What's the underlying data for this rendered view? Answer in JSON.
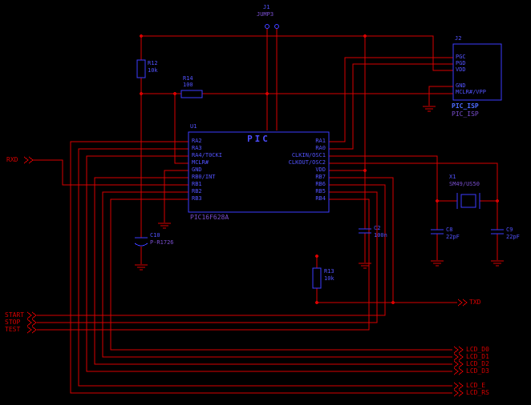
{
  "colors": {
    "wire_red": "#d80000",
    "component_blue": "#3d3dff",
    "refdes_blue": "#5353ff",
    "secondary_purple": "#7a4fd0",
    "background": "#000000"
  },
  "components": {
    "u1": {
      "ref": "U1",
      "title": "PIC",
      "part": "PIC16F628A",
      "left_pins": [
        "RA2",
        "RA3",
        "RA4/T0CKI",
        "MCLR#",
        "GND",
        "RB0/INT",
        "RB1",
        "RB2",
        "RB3"
      ],
      "right_pins": [
        "RA1",
        "RA0",
        "CLKIN/OSC1",
        "CLKOUT/OSC2",
        "VDD",
        "RB7",
        "RB6",
        "RB5",
        "RB4"
      ]
    },
    "j1": {
      "ref": "J1",
      "value": "JUMP3"
    },
    "j2": {
      "ref": "J2",
      "name": "PIC_ISP",
      "name2": "PIC_ISP",
      "pins": [
        "PGC",
        "PGD",
        "VDD",
        "GND",
        "MCLR#/VPP"
      ]
    },
    "r12": {
      "ref": "R12",
      "value": "10k"
    },
    "r14": {
      "ref": "R14",
      "value": "100"
    },
    "r13": {
      "ref": "R13",
      "value": "10k"
    },
    "c2": {
      "ref": "C2",
      "value": "100n"
    },
    "c8": {
      "ref": "C8",
      "value": "22pF"
    },
    "c9": {
      "ref": "C9",
      "value": "22pF"
    },
    "c10": {
      "ref": "C10",
      "value": "P-R1726"
    },
    "x1": {
      "ref": "X1",
      "value": "SM49/US50"
    }
  },
  "net_labels": {
    "rxd": "RXD",
    "txd": "TXD",
    "start": "START",
    "stop": "STOP",
    "test": "TEST",
    "lcd_d0": "LCD_D0",
    "lcd_d1": "LCD_D1",
    "lcd_d2": "LCD_D2",
    "lcd_d3": "LCD_D3",
    "lcd_e": "LCD_E",
    "lcd_rs": "LCD_RS"
  }
}
